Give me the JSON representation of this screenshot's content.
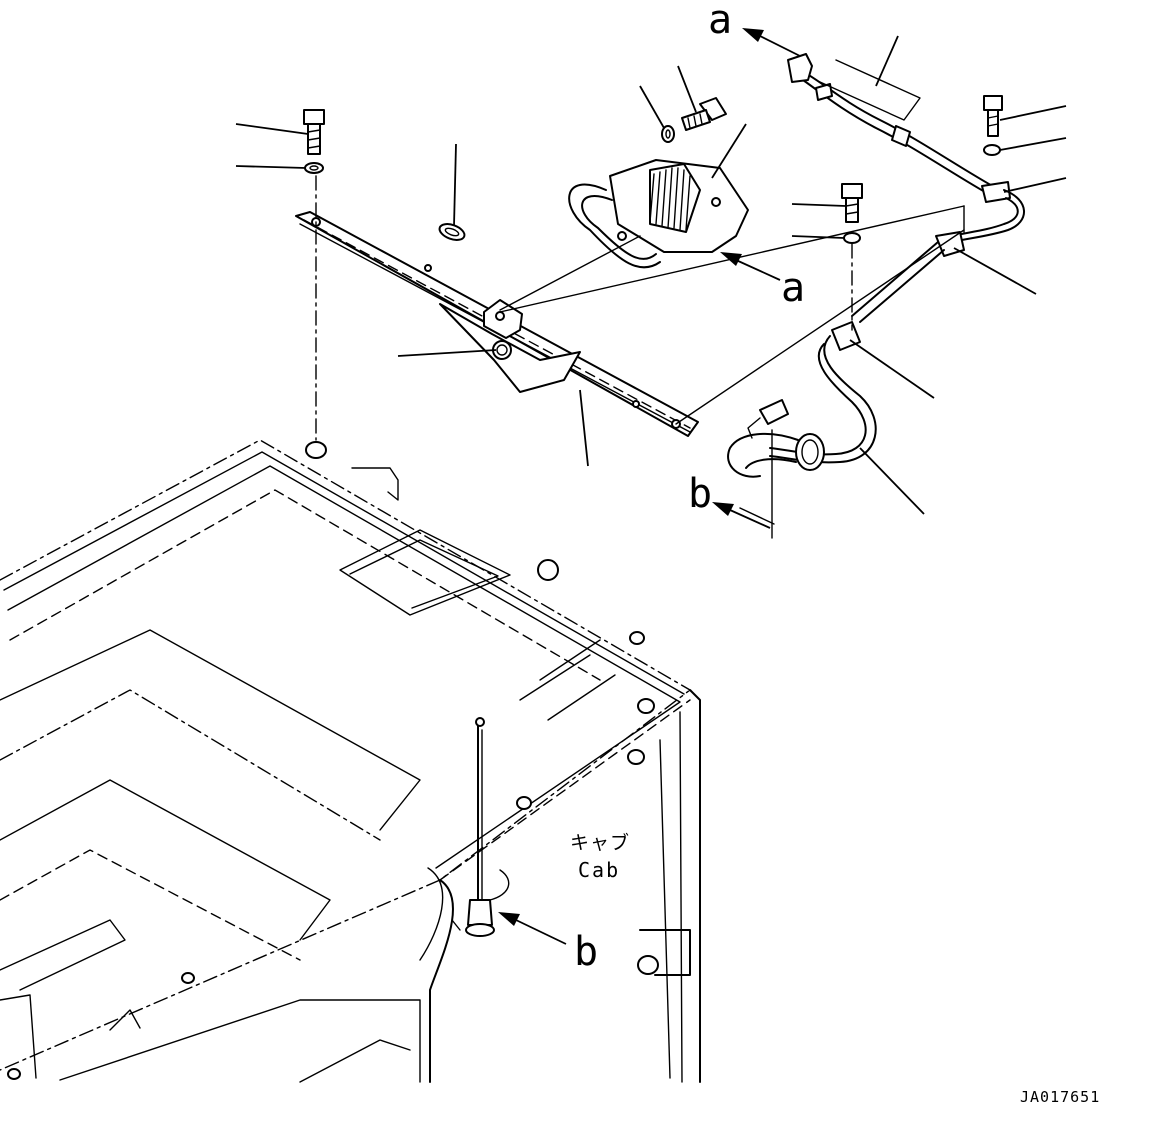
{
  "figure": {
    "ref_a_top": "a",
    "ref_a_right": "a",
    "ref_b_right": "b",
    "ref_b_bottom": "b",
    "cab_label_jp": "キャブ",
    "cab_label_en": "Cab",
    "drawing_code": "JA017651"
  }
}
